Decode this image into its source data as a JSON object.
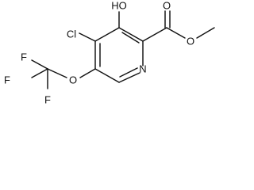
{
  "molecule": {
    "atoms": {
      "hydroxyl": "HO",
      "chlorine": "Cl",
      "ring_nitrogen": "N",
      "carbonyl_oxygen": "O",
      "ester_oxygen": "O",
      "ether_oxygen": "O",
      "fluorine_top": "F",
      "fluorine_left": "F",
      "fluorine_bottom": "F"
    },
    "colors": {
      "bond": "#111111",
      "label": "#111111",
      "background": "#ffffff"
    }
  }
}
